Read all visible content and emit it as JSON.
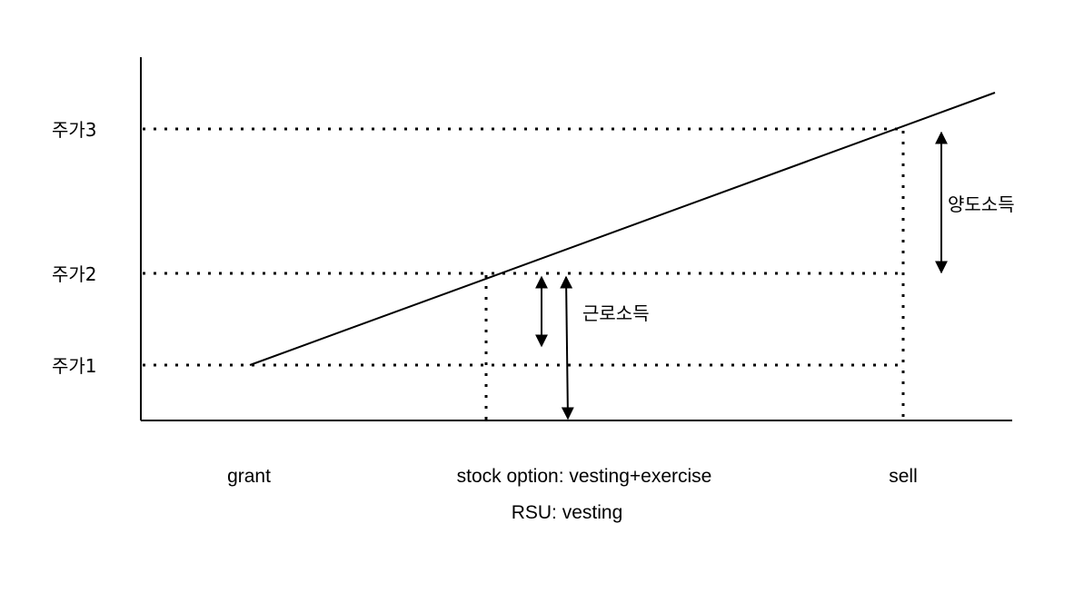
{
  "y_labels": {
    "price3": "주가3",
    "price2": "주가2",
    "price1": "주가1"
  },
  "x_labels": {
    "grant": "grant",
    "vest_option": "stock option: vesting+exercise",
    "vest_rsu": "RSU: vesting",
    "sell": "sell"
  },
  "annotations": {
    "capital_gains": "양도소득",
    "earned_income": "근로소득"
  }
}
